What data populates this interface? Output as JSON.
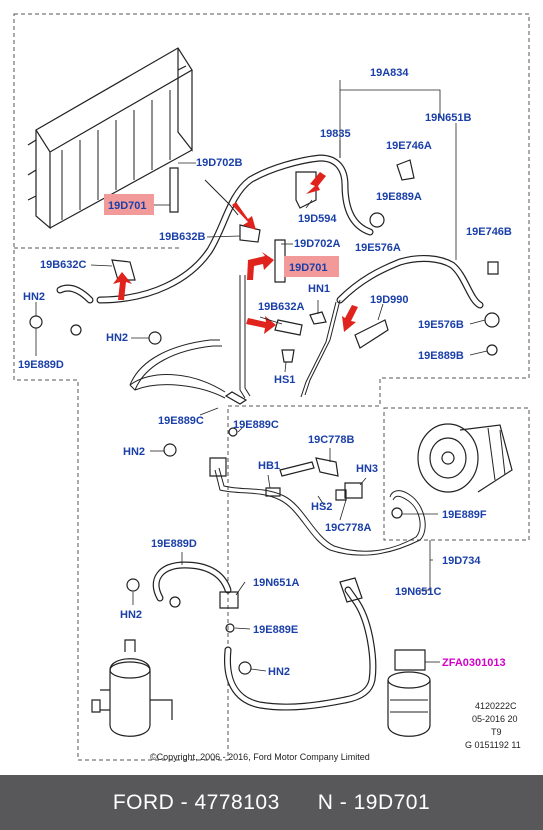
{
  "diagram": {
    "labels": {
      "l_19A834": "19A834",
      "l_19N651B": "19N651B",
      "l_19835": "19835",
      "l_19E746A": "19E746A",
      "l_19D702B": "19D702B",
      "l_19D701_top": "19D701",
      "l_19D594": "19D594",
      "l_19E889A": "19E889A",
      "l_19E576A": "19E576A",
      "l_19B632B": "19B632B",
      "l_19D702A": "19D702A",
      "l_19D701_mid": "19D701",
      "l_19E746B": "19E746B",
      "l_19B632C": "19B632C",
      "l_HN2_a": "HN2",
      "l_HN1": "HN1",
      "l_19D990": "19D990",
      "l_19B632A": "19B632A",
      "l_19E576B": "19E576B",
      "l_HN2_b": "HN2",
      "l_19E889D_top": "19E889D",
      "l_HS1": "HS1",
      "l_19E889B": "19E889B",
      "l_19E889C_a": "19E889C",
      "l_19E889C_b": "19E889C",
      "l_19C778B": "19C778B",
      "l_HN2_c": "HN2",
      "l_HB1": "HB1",
      "l_HN3": "HN3",
      "l_HS2": "HS2",
      "l_19C778A": "19C778A",
      "l_19E889F": "19E889F",
      "l_19E889D_bot": "19E889D",
      "l_19D734": "19D734",
      "l_19N651A": "19N651A",
      "l_HN2_d": "HN2",
      "l_19N651C": "19N651C",
      "l_19E889E": "19E889E",
      "l_HN2_e": "HN2",
      "l_ZFA": "ZFA0301013"
    },
    "meta": {
      "line1": "4120222C",
      "line2": "05-2016 20",
      "line3": "T9",
      "line4": "G 0151192 11"
    },
    "copyright": "©Copyright, 2006 - 2016, Ford Motor Company Limited",
    "highlight_color": "#f29a9a",
    "arrow_color": "#e0231c",
    "label_color": "#1a3fa8"
  },
  "footer": {
    "text": "FORD - 4778103      N - 19D701"
  }
}
